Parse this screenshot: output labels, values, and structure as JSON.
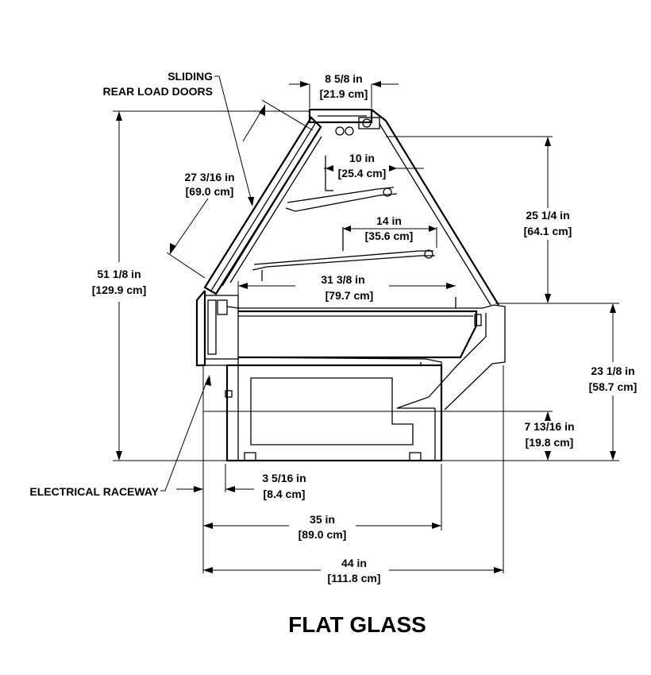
{
  "title": "FLAT GLASS",
  "labels": {
    "sliding": "SLIDING",
    "rear_load_doors": "REAR LOAD DOORS",
    "electrical_raceway": "ELECTRICAL RACEWAY"
  },
  "dimensions": {
    "top_width": {
      "imperial": "8 5/8 in",
      "metric": "[21.9 cm]"
    },
    "door_length": {
      "imperial": "27 3/16 in",
      "metric": "[69.0 cm]"
    },
    "upper_shelf": {
      "imperial": "10 in",
      "metric": "[25.4 cm]"
    },
    "middle_shelf": {
      "imperial": "14 in",
      "metric": "[35.6 cm]"
    },
    "deck_depth": {
      "imperial": "31 3/8 in",
      "metric": "[79.7 cm]"
    },
    "overall_height": {
      "imperial": "51 1/8 in",
      "metric": "[129.9 cm]"
    },
    "glass_height": {
      "imperial": "25 1/4 in",
      "metric": "[64.1 cm]"
    },
    "deck_height": {
      "imperial": "23 1/8 in",
      "metric": "[58.7 cm]"
    },
    "front_ledge_height": {
      "imperial": "7 13/16 in",
      "metric": "[19.8 cm]"
    },
    "raceway_offset": {
      "imperial": "3 5/16 in",
      "metric": "[8.4 cm]"
    },
    "base_depth": {
      "imperial": "35 in",
      "metric": "[89.0 cm]"
    },
    "overall_depth": {
      "imperial": "44 in",
      "metric": "[111.8 cm]"
    }
  }
}
